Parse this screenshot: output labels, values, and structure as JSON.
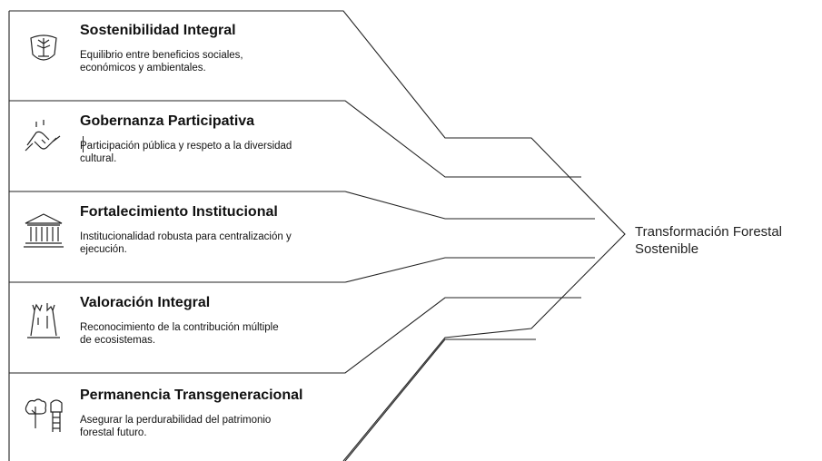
{
  "items": [
    {
      "title": "Sostenibilidad Integral",
      "desc_line1": "Equilibrio entre beneficios sociales,",
      "desc_line2": "económicos y ambientales.",
      "icon": "shield-tree-icon"
    },
    {
      "title": "Gobernanza Participativa",
      "desc_line1": "Participación pública y respeto a la diversidad",
      "desc_line2": "cultural.",
      "icon": "handshake-icon"
    },
    {
      "title": "Fortalecimiento Institucional",
      "desc_line1": "Institucionalidad robusta para centralización y",
      "desc_line2": "ejecución.",
      "icon": "institution-building-icon"
    },
    {
      "title": "Valoración Integral",
      "desc_line1": "Reconocimiento de la contribución múltiple",
      "desc_line2": "de ecosistemas.",
      "icon": "tree-stump-icon"
    },
    {
      "title": "Permanencia Transgeneracional",
      "desc_line1": "Asegurar la perdurabilidad del patrimonio",
      "desc_line2": "forestal futuro.",
      "icon": "tree-ladder-icon"
    }
  ],
  "result": {
    "line1": "Transformación Forestal",
    "line2": "Sostenible"
  },
  "colors": {
    "stroke": "#222222",
    "text": "#111111"
  }
}
